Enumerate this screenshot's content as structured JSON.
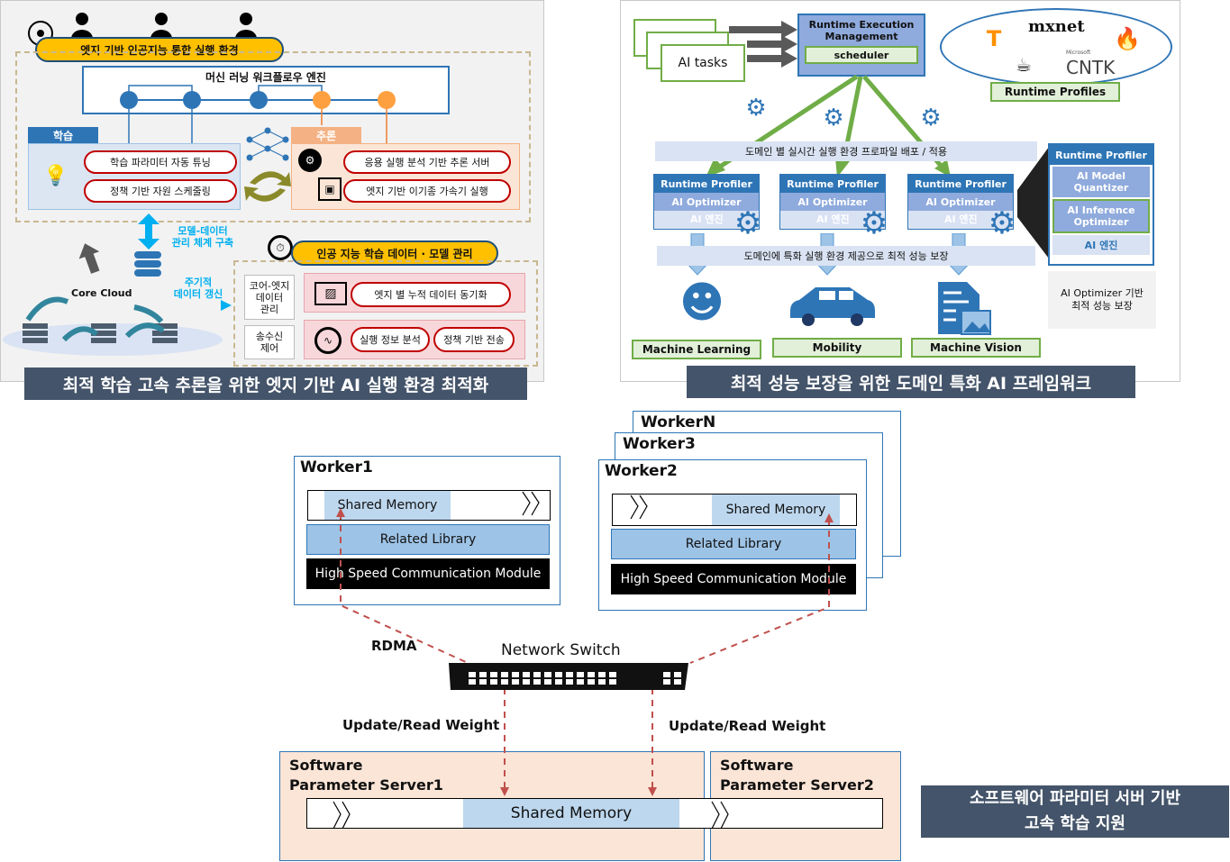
{
  "panel_a": {
    "title": "엣지 기반 인공지능 통합 실행 환경",
    "workflow_title": "머신 러닝 워크플로우 엔진",
    "learning_tag": "학습",
    "learning_items": [
      "학습 파라미터 자동 튜닝",
      "정책 기반 자원 스케줄링"
    ],
    "inference_tag": "추론",
    "inference_items": [
      "응용 실행 분석 기반 추론 서버",
      "엣지 기반 이기종 가속기 실행"
    ],
    "model_data_label": "모델-데이터\n관리 체계 구축",
    "core_cloud": "Core Cloud",
    "periodic_update": "주기적\n데이터 갱신",
    "mgmt_title": "인공 지능 학습 데이터 · 모델 관리",
    "left_labels": [
      "코어-엣지\n데이터\n관리",
      "송수신\n제어"
    ],
    "mgmt_items": [
      "엣지 별 누적 데이터 동기화",
      "실행 정보 분석",
      "정책 기반 전송"
    ],
    "caption": "최적 학습 고속 추론을 위한 엣지 기반 AI 실행 환경 최적화"
  },
  "panel_b": {
    "ai_tasks": "AI tasks",
    "rem_title": "Runtime Execution Management",
    "scheduler": "scheduler",
    "frameworks": [
      "mxnet",
      "Microsoft",
      "CNTK"
    ],
    "runtime_profiles": "Runtime Profiles",
    "band_top": "도메인 별 실시간 실행 환경 프로파일 배포 / 적용",
    "band_bottom": "도메인에 특화 실행 환경 제공으로 최적 성능 보장",
    "profiler_head": "Runtime Profiler",
    "optimizer": "AI Optimizer",
    "engine": "AI 엔진",
    "side_items": [
      "Runtime Profiler",
      "AI Model\nQuantizer",
      "AI Inference\nOptimizer",
      "AI 엔진"
    ],
    "side_note": "AI Optimizer 기반\n최적 성능 보장",
    "domains": [
      "Machine Learning",
      "Mobility",
      "Machine Vision"
    ],
    "caption": "최적 성능 보장을 위한 도메인 특화 AI 프레임워크"
  },
  "panel_c": {
    "worker_n": "WorkerN",
    "worker_3": "Worker3",
    "worker_2": "Worker2",
    "worker_1": "Worker1",
    "shared_memory": "Shared Memory",
    "related_library": "Related Library",
    "hs_module": "High Speed Communication Module",
    "rdma": "RDMA",
    "switch": "Network Switch",
    "update_read": "Update/Read Weight",
    "server1": "Software\nParameter Server1",
    "server2": "Software\nParameter Server2",
    "caption": "소프트웨어 파라미터 서버 기반\n고속 학습 지원"
  },
  "colors": {
    "caption_bg": "#44546a",
    "accent_blue": "#2e75b6",
    "accent_yellow": "#ffc000",
    "rdma_red": "#c0504d",
    "green": "#70ad47"
  }
}
